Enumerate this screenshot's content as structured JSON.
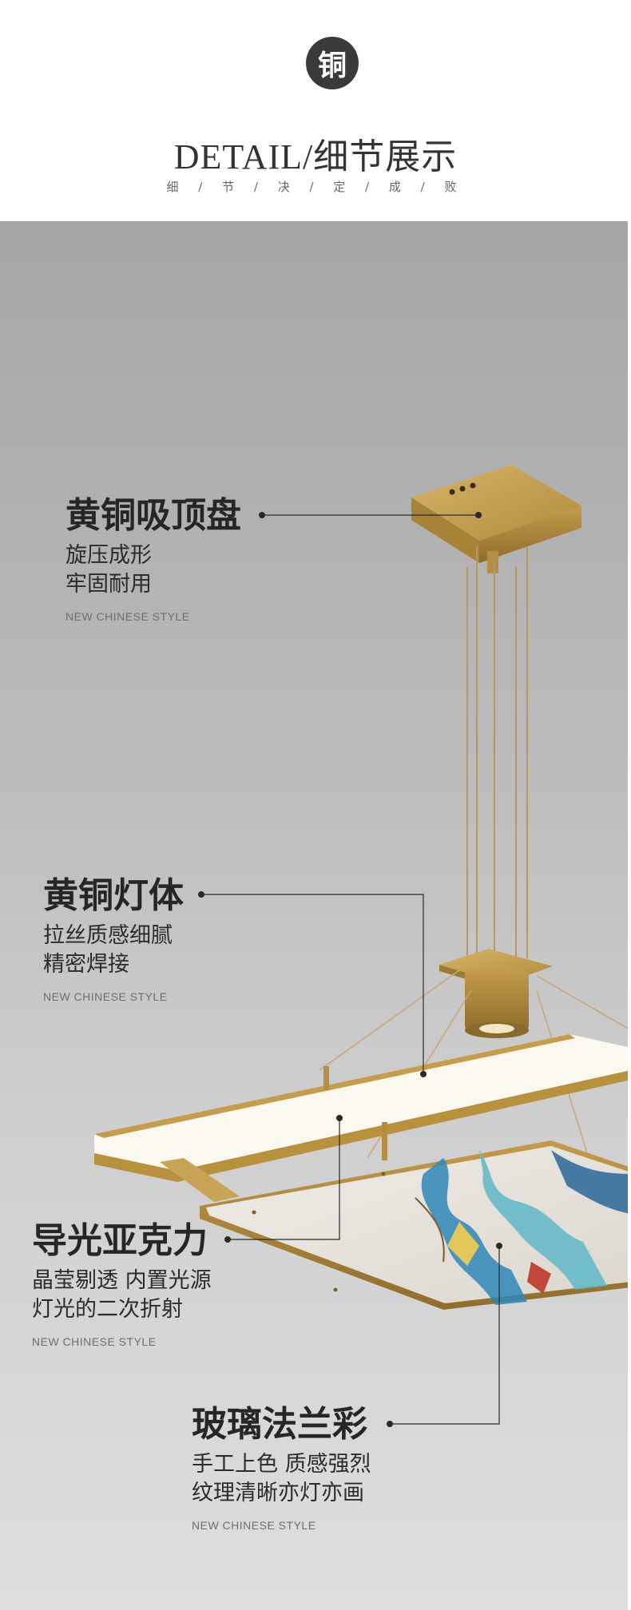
{
  "header": {
    "badge_char": "铜",
    "title": "DETAIL/细节展示",
    "subtitle": "细 / 节 / 决 / 定 / 成 / 败"
  },
  "features": [
    {
      "title": "黄铜吸顶盘",
      "lines": [
        "旋压成形",
        "牢固耐用"
      ],
      "en": "NEW CHINESE STYLE"
    },
    {
      "title": "黄铜灯体",
      "lines": [
        "拉丝质感细腻",
        "精密焊接"
      ],
      "en": "NEW CHINESE STYLE"
    },
    {
      "title": "导光亚克力",
      "lines": [
        "晶莹剔透  内置光源",
        "灯光的二次折射"
      ],
      "en": "NEW CHINESE STYLE"
    },
    {
      "title": "玻璃法兰彩",
      "lines": [
        "手工上色  质感强烈",
        "纹理清晰亦灯亦画"
      ],
      "en": "NEW CHINESE STYLE"
    }
  ],
  "colors": {
    "brass": "#c39a4a",
    "brass_dark": "#9c7a34",
    "leader": "#2a2a2a"
  }
}
